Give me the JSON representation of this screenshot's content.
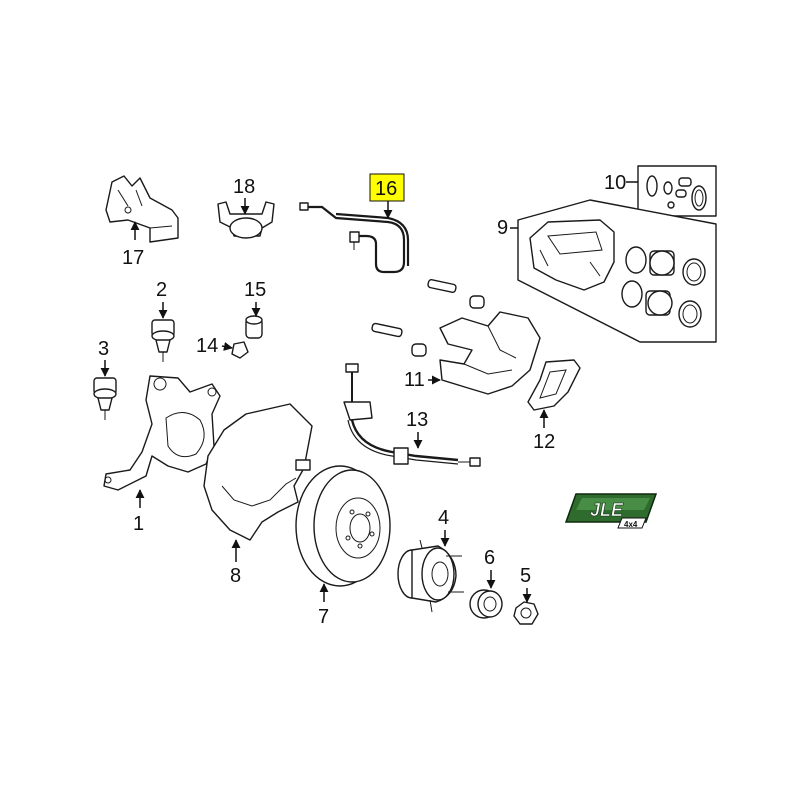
{
  "labels": {
    "p1": "1",
    "p2": "2",
    "p3": "3",
    "p4": "4",
    "p5": "5",
    "p6": "6",
    "p7": "7",
    "p8": "8",
    "p9": "9",
    "p10": "10",
    "p11": "11",
    "p12": "12",
    "p13": "13",
    "p14": "14",
    "p15": "15",
    "p16": "16",
    "p17": "17",
    "p18": "18"
  },
  "highlight": {
    "part": "16",
    "color": "#ffff00"
  },
  "logo": {
    "text": "JLE",
    "sub": "4x4",
    "color": "#2e6b2c"
  },
  "colors": {
    "line": "#1a1a1a",
    "background": "#ffffff"
  }
}
